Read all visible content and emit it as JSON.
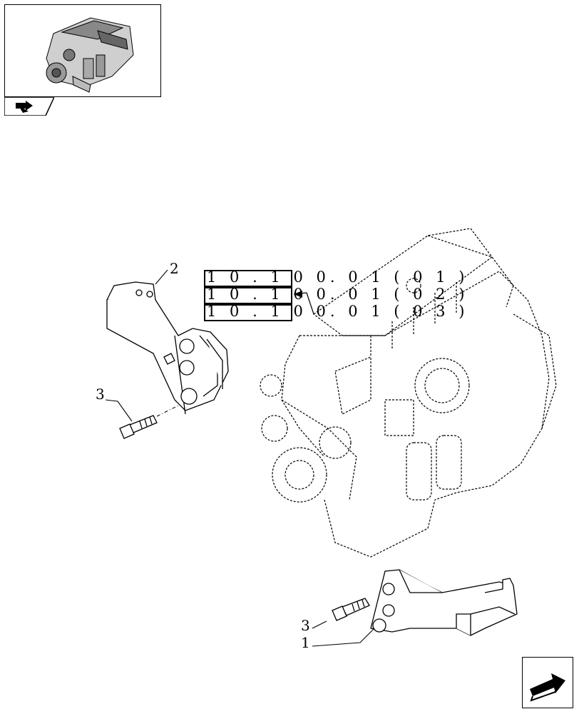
{
  "references": [
    {
      "code": "1 0 . 1 0 0",
      "suffix": ". 0 1 ( 0 1 )"
    },
    {
      "code": "1 0 . 1 0 0",
      "suffix": ". 0 1 ( 0 2 )"
    },
    {
      "code": "1 0 . 1 0 0",
      "suffix": ". 0 1 ( 0 3 )"
    }
  ],
  "callouts": {
    "item1": "1",
    "item2": "2",
    "item3_top": "3",
    "item3_bottom": "3"
  },
  "icons": {
    "thumbnail": "engine-thumbnail-icon",
    "thumb_tab": "arrow-tab-icon",
    "next_page": "next-page-arrow-icon"
  }
}
